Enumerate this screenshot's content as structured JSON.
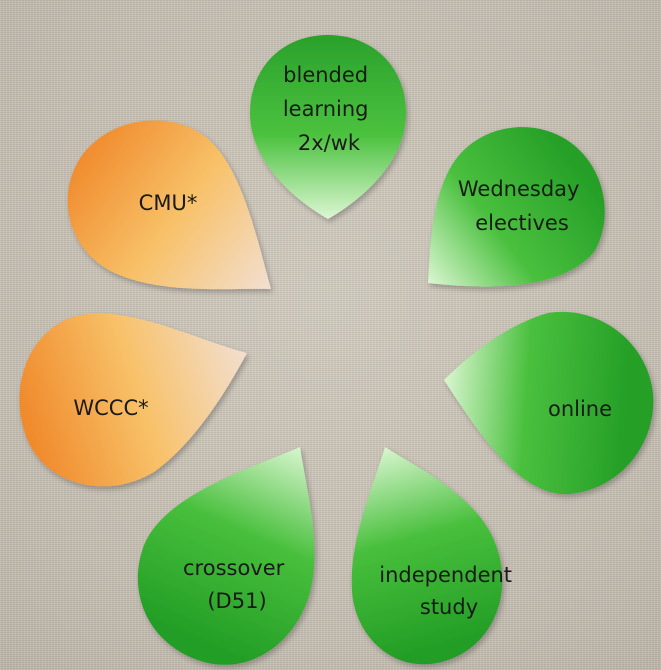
{
  "petals": [
    {
      "id": "blended-learning",
      "lines": [
        "blended",
        "learning",
        "2x/wk"
      ],
      "group": "green"
    },
    {
      "id": "wednesday-electives",
      "lines": [
        "Wednesday",
        "electives"
      ],
      "group": "green"
    },
    {
      "id": "online",
      "lines": [
        "online"
      ],
      "group": "green"
    },
    {
      "id": "independent-study",
      "lines": [
        "independent",
        "study"
      ],
      "group": "green"
    },
    {
      "id": "crossover",
      "lines": [
        "crossover",
        "(D51)"
      ],
      "group": "green"
    },
    {
      "id": "wccc",
      "lines": [
        "WCCC*"
      ],
      "group": "orange"
    },
    {
      "id": "cmu",
      "lines": [
        "CMU*"
      ],
      "group": "orange"
    }
  ],
  "colors": {
    "green_dark": "#1f9a25",
    "green_mid": "#4cc23f",
    "green_light": "#d9f7d0",
    "orange_dark": "#f28a2a",
    "orange_mid": "#f7c068",
    "orange_light": "#f3e0cf",
    "text": "#1a1a1a"
  }
}
